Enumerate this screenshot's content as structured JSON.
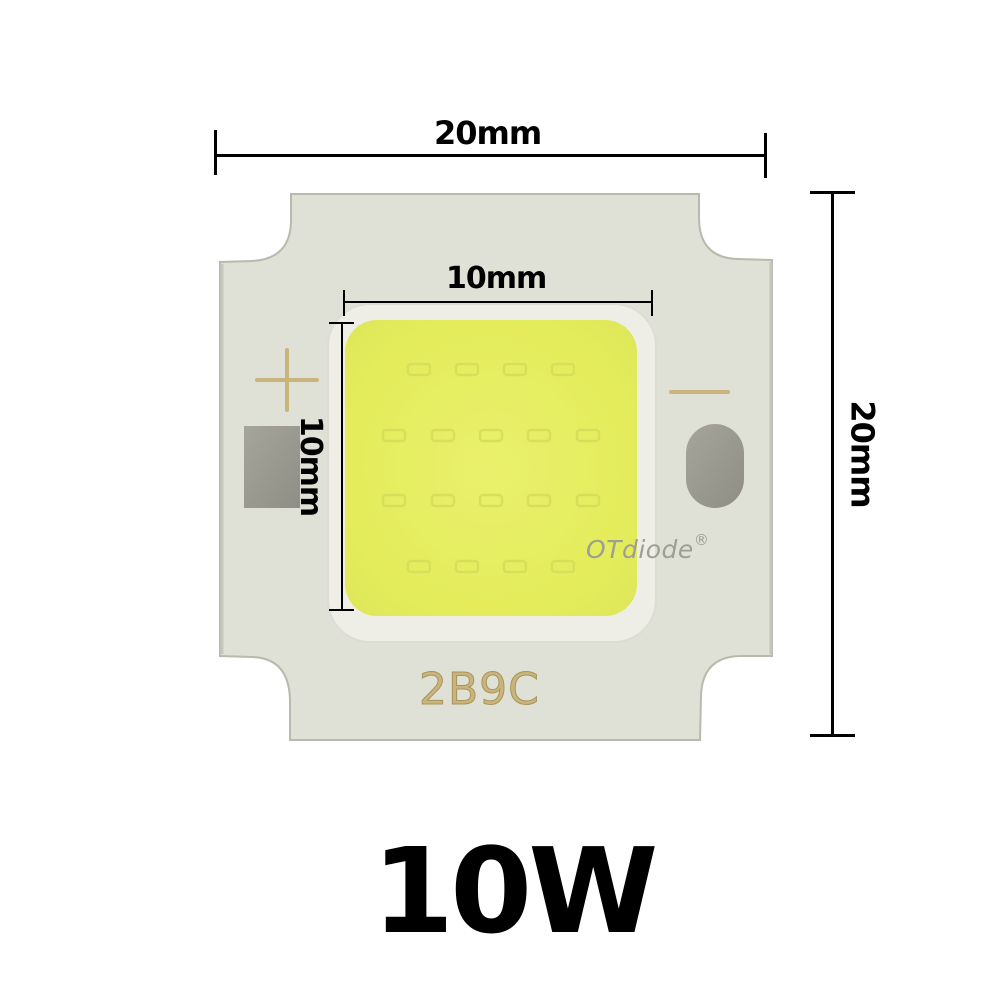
{
  "product": {
    "wattage_label": "10W",
    "model_code": "2B9C",
    "brand": "OTdiode",
    "brand_mark": "®",
    "polarity_positive": "+",
    "polarity_negative": "−"
  },
  "dimensions": {
    "board_width": "20mm",
    "board_height": "20mm",
    "emitter_width": "10mm",
    "emitter_height": "10mm"
  },
  "colors": {
    "board": "#e0e1d6",
    "board_edge": "#b9baae",
    "emitter": "#e6ee62",
    "emitter_border": "#f3f3ec",
    "pad": "#9d9c92",
    "marking_gold": "#c9b47c",
    "dimension_lines": "#000000"
  },
  "led_grid": {
    "rows": [
      4,
      5,
      5,
      4
    ]
  }
}
